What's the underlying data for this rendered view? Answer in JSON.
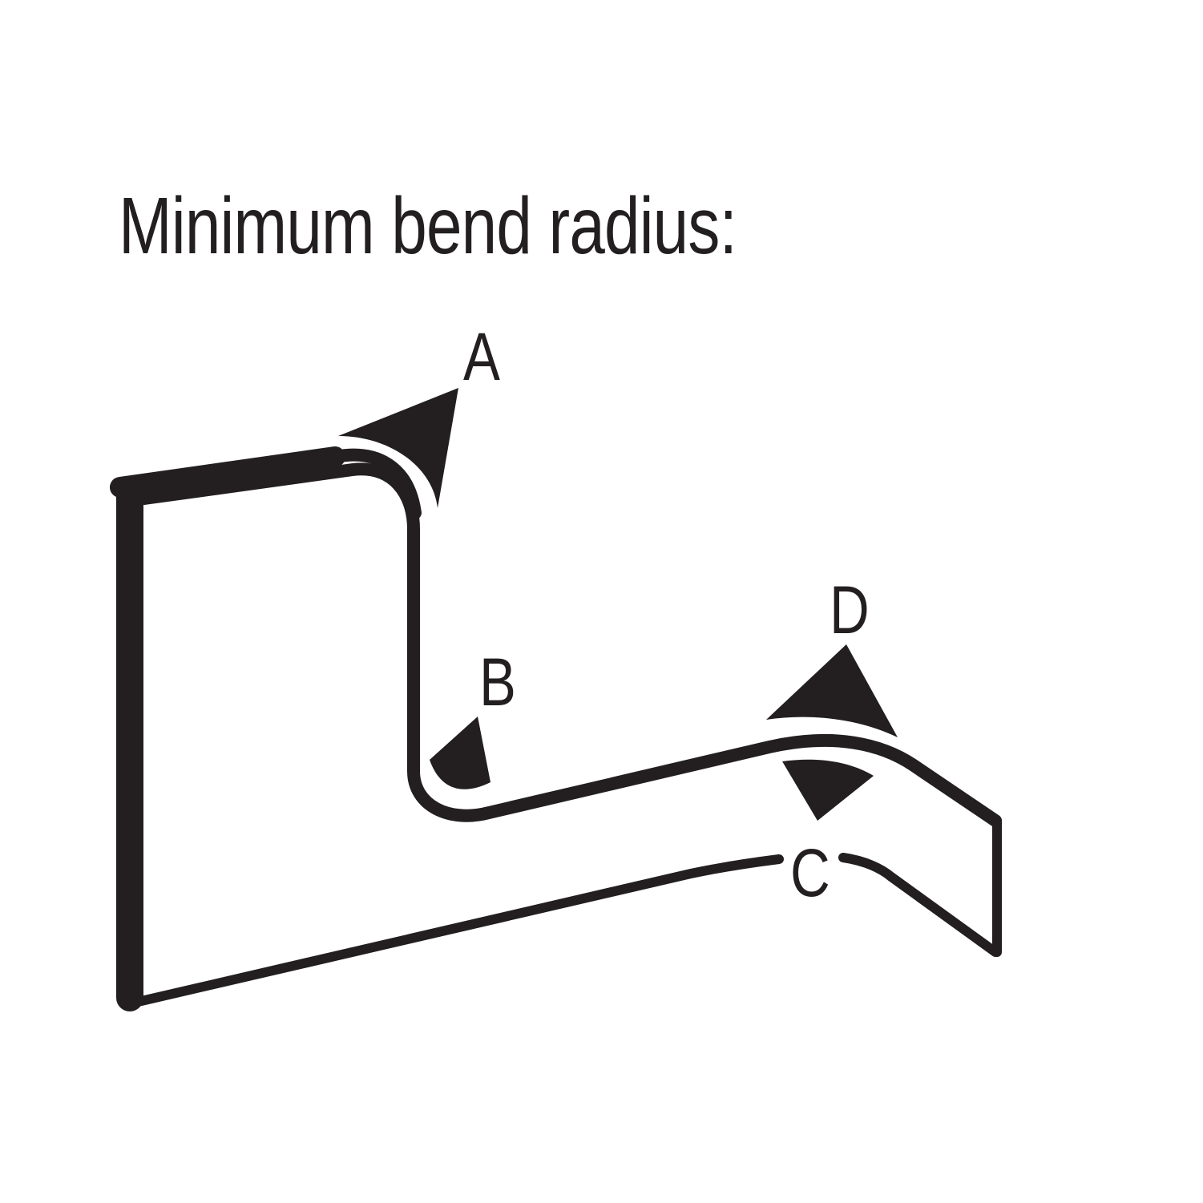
{
  "title": "Minimum bend radius:",
  "labels": {
    "a": "A",
    "b": "B",
    "c": "C",
    "d": "D"
  },
  "colors": {
    "ink": "#231f20",
    "background": "#ffffff"
  }
}
